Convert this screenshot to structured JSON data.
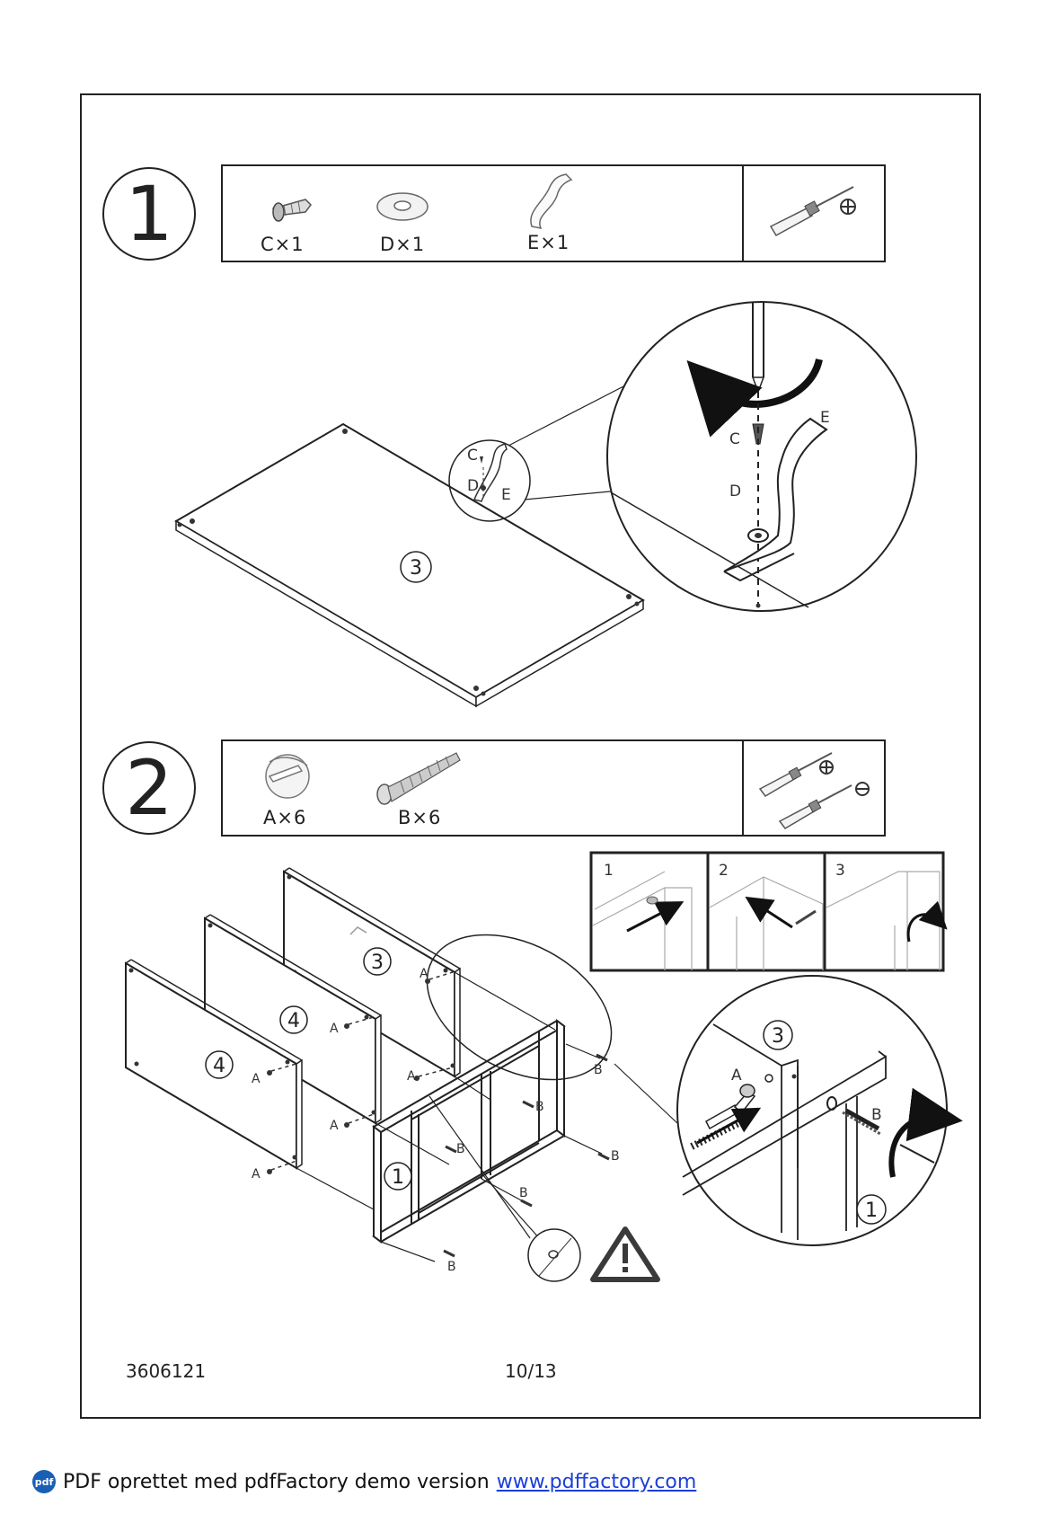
{
  "step1": {
    "number": "1",
    "parts": [
      {
        "label": "C×1",
        "icon": "screw-icon"
      },
      {
        "label": "D×1",
        "icon": "washer-icon"
      },
      {
        "label": "E×1",
        "icon": "strap-icon"
      }
    ],
    "tool": "phillips-screwdriver-icon",
    "panel_number": "3",
    "callouts": {
      "c": "C",
      "d": "D",
      "e": "E"
    }
  },
  "step2": {
    "number": "2",
    "parts": [
      {
        "label": "A×6",
        "icon": "cam-lock-icon"
      },
      {
        "label": "B×6",
        "icon": "bolt-icon"
      }
    ],
    "tools": [
      "phillips-screwdriver-icon",
      "flat-screwdriver-icon"
    ],
    "substeps": [
      "1",
      "2",
      "3"
    ],
    "panel_numbers": {
      "p3": "3",
      "p4a": "4",
      "p4b": "4",
      "p1": "1"
    },
    "labels": {
      "a": "A",
      "b": "B"
    }
  },
  "footer": {
    "code": "3606121",
    "page": "10/13"
  },
  "pdf_bar": {
    "icon_text": "pdf",
    "text": "PDF oprettet med pdfFactory demo version",
    "link": "www.pdffactory.com"
  }
}
